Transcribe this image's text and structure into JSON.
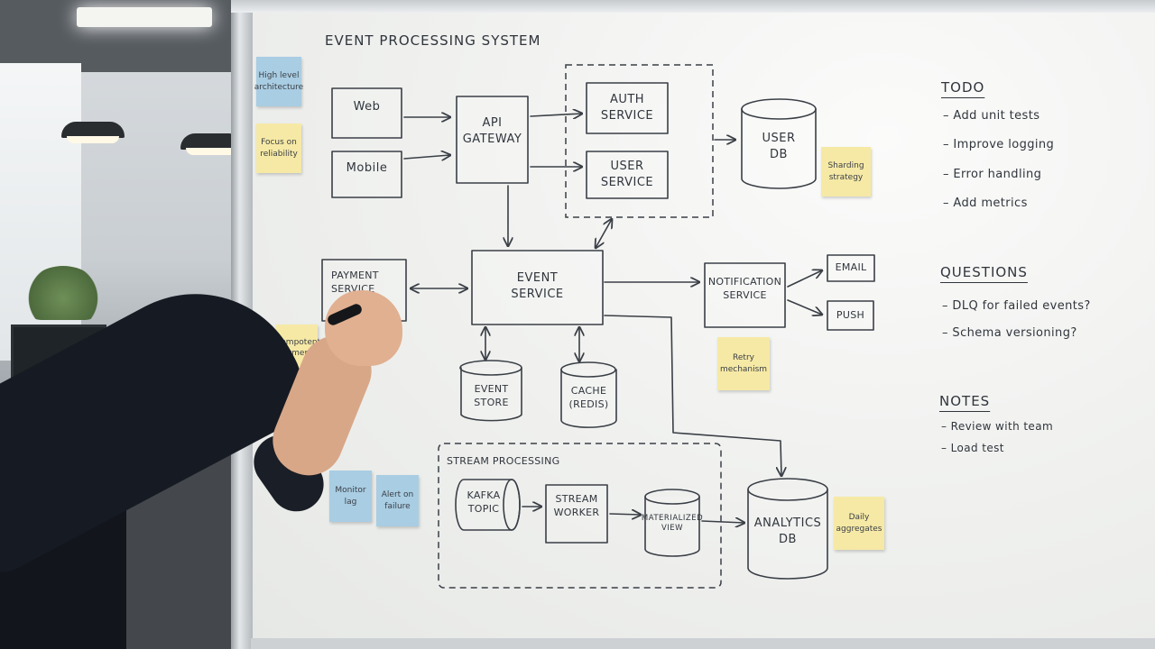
{
  "board_title": "EVENT PROCESSING SYSTEM",
  "nodes": {
    "web": "Web",
    "mobile": "Mobile",
    "api_gateway": "API\nGATEWAY",
    "auth_service": "AUTH\nSERVICE",
    "user_service": "USER\nSERVICE",
    "user_db": "USER\nDB",
    "payment_service": "PAYMENT\nSERVICE",
    "event_service": "EVENT\nSERVICE",
    "notification_service": "NOTIFICATION\nSERVICE",
    "email": "EMAIL",
    "push": "PUSH",
    "event_store": "EVENT\nSTORE",
    "cache": "CACHE\n(REDIS)",
    "stream_processing": "STREAM PROCESSING",
    "kafka_topic": "KAFKA\nTOPIC",
    "stream_worker": "STREAM\nWORKER",
    "materialized_view": "MATERIALIZED\nVIEW",
    "analytics_db": "ANALYTICS\nDB"
  },
  "sticky_notes": {
    "high_level": "High level\narchitecture",
    "reliability": "Focus on\nreliability",
    "sharding": "Sharding\nstrategy",
    "idempotent": "Idempotent\npayments",
    "retry": "Retry\nmechanism",
    "monitor": "Monitor\nlag",
    "alert": "Alert on\nfailure",
    "daily": "Daily\naggregates"
  },
  "todo": {
    "heading": "TODO",
    "items": [
      "– Add unit tests",
      "– Improve logging",
      "– Error handling",
      "– Add metrics"
    ]
  },
  "questions": {
    "heading": "QUESTIONS",
    "items": [
      "– DLQ for failed events?",
      "– Schema versioning?"
    ]
  },
  "notes": {
    "heading": "NOTES",
    "items": [
      "– Review with team",
      "– Load test"
    ]
  },
  "colors": {
    "ink": "#3a3f46",
    "board": "#f1f2f0",
    "sticky_yellow": "#f6e9a5",
    "sticky_blue": "#a9cde3"
  }
}
